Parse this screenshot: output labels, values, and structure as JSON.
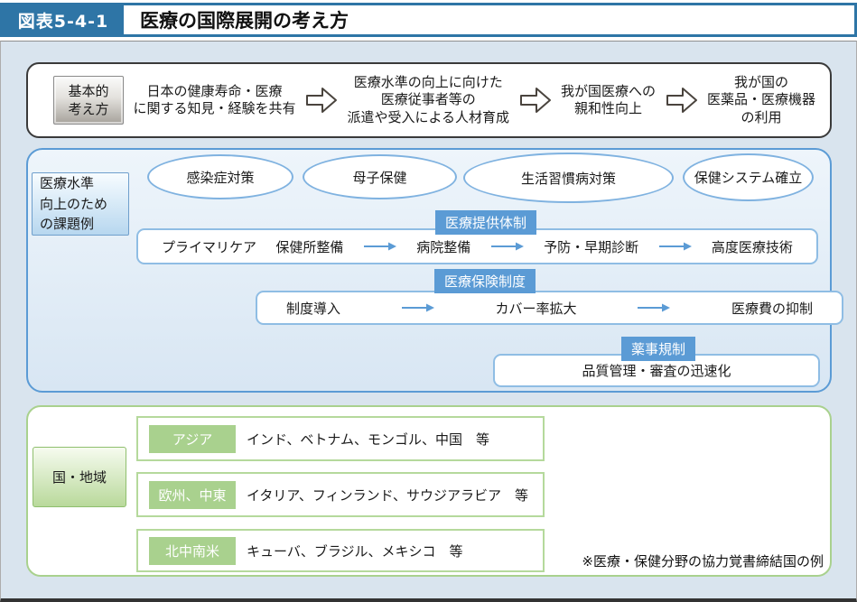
{
  "header": {
    "figure_label": "図表5-4-1",
    "title": "医療の国際展開の考え方"
  },
  "basic": {
    "label": "基本的\n考え方",
    "steps": [
      "日本の健康寿命・医療\nに関する知見・経験を共有",
      "医療水準の向上に向けた\n医療従事者等の\n派遣や受入による人材育成",
      "我が国医療への\n親和性向上",
      "我が国の\n医薬品・医療機器\nの利用"
    ]
  },
  "tasks": {
    "label": "医療水準\n向上のため\nの課題例",
    "ellipses": [
      "感染症対策",
      "母子保健",
      "生活習慣病対策",
      "保健システム確立"
    ],
    "provider": {
      "tag": "医療提供体制",
      "items": [
        "プライマリケア",
        "保健所整備",
        "病院整備",
        "予防・早期診断",
        "高度医療技術"
      ]
    },
    "insurance": {
      "tag": "医療保険制度",
      "items": [
        "制度導入",
        "カバー率拡大",
        "医療費の抑制"
      ]
    },
    "pharma": {
      "tag": "薬事規制",
      "items": [
        "品質管理・審査の迅速化"
      ]
    }
  },
  "regions": {
    "label": "国・地域",
    "rows": [
      {
        "tag": "アジア",
        "text": "インド、ベトナム、モンゴル、中国　等"
      },
      {
        "tag": "欧州、中東",
        "text": "イタリア、フィンランド、サウジアラビア　等"
      },
      {
        "tag": "北中南米",
        "text": "キューバ、ブラジル、メキシコ　等"
      }
    ],
    "note": "※医療・保健分野の協力覚書締結国の例"
  },
  "colors": {
    "header_blue": "#2e75a6",
    "tag_blue": "#5b9bd5",
    "panel_border_blue": "#5b9bd5",
    "light_blue_bg": "#d9e4ee",
    "green": "#a9d18e",
    "green_border": "#8fbf6e"
  }
}
